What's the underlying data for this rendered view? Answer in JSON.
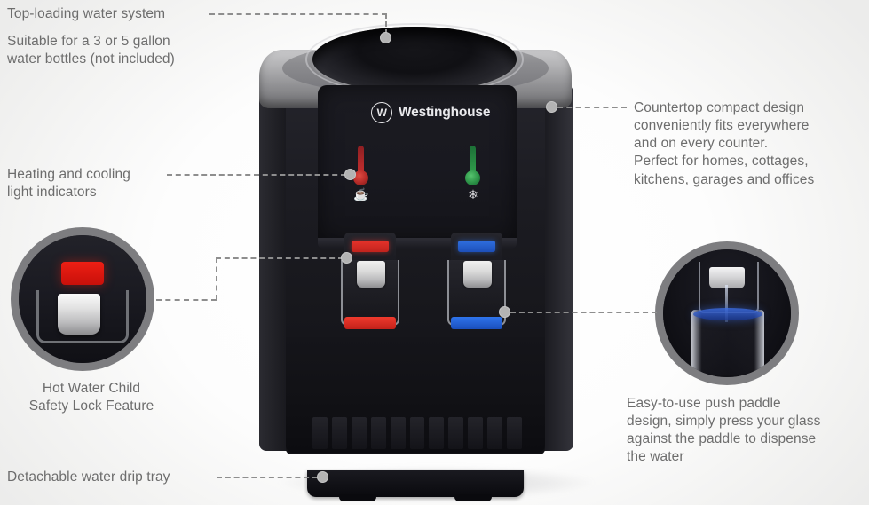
{
  "product": {
    "brand": "Westinghouse",
    "brand_mark": "crown-w-icon"
  },
  "annotations": {
    "top_loading": "Top-loading water system",
    "bottle_capacity": "Suitable for a 3 or 5 gallon\nwater bottles (not included)",
    "indicators": "Heating and cooling\nlight indicators",
    "countertop": "Countertop compact design\nconveniently fits everywhere\nand on every counter.\nPerfect for homes, cottages,\nkitchens, garages and offices",
    "safety_lock": "Hot Water Child\nSafety Lock Feature",
    "push_paddle": "Easy-to-use push paddle\ndesign, simply press your glass\nagainst the paddle to dispense\nthe water",
    "drip_tray": "Detachable water drip tray"
  },
  "controls": {
    "hot_icon": "hot-cup-steam-icon",
    "cold_icon": "snowflake-icon",
    "hot_icon_glyph": "☕",
    "cold_icon_glyph": "❄",
    "hot_indicator_label": "hot-indicator-light",
    "cold_indicator_label": "cold-indicator-light"
  },
  "colors": {
    "hot_led": "#c6302f",
    "cold_led": "#35a451",
    "hot_paddle": "#e5332b",
    "cold_paddle": "#2f6fe0",
    "text": "#6d6d6d",
    "leader": "#8e8e8e",
    "inset_border": "#7d7d80",
    "body": "#17171c"
  }
}
